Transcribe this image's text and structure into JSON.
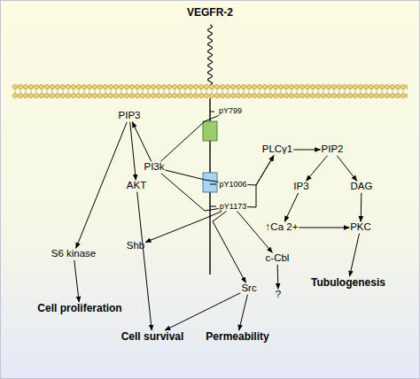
{
  "diagram": {
    "title": "VEGFR-2",
    "nodes": [
      {
        "text": [
          "PIP3"
        ]
      },
      {
        "text": [
          "pY799"
        ]
      },
      {
        "text": [
          "PI3k"
        ]
      },
      {
        "text": [
          "PLCγ1"
        ]
      },
      {
        "text": [
          "PIP2"
        ]
      },
      {
        "text": [
          "AKT"
        ]
      },
      {
        "text": [
          "pY1006"
        ]
      },
      {
        "text": [
          "IP3"
        ]
      },
      {
        "text": [
          "DAG"
        ]
      },
      {
        "text": [
          "pY1173"
        ]
      },
      {
        "text": [
          "↑Ca 2+"
        ]
      },
      {
        "text": [
          "PKC"
        ]
      },
      {
        "text": [
          "Shb"
        ]
      },
      {
        "text": [
          "S6 kinase"
        ]
      },
      {
        "text": [
          "c-Cbl"
        ]
      },
      {
        "text": [
          "Tubulogenesis"
        ]
      },
      {
        "text": [
          "Src"
        ]
      },
      {
        "text": [
          "?"
        ]
      },
      {
        "text": [
          "Cell proliferation"
        ]
      },
      {
        "text": [
          "Cell survival"
        ]
      },
      {
        "text": [
          "Permeability"
        ]
      }
    ],
    "edges": [
      {
        "from": 2,
        "to": 0,
        "arrow": "to"
      },
      {
        "from": 1,
        "to": 2,
        "arrow": "none"
      },
      {
        "from": 6,
        "to": 2,
        "arrow": "none"
      },
      {
        "from": 9,
        "to": 2,
        "arrow": "none"
      },
      {
        "from": 0,
        "to": 13,
        "arrow": "to"
      },
      {
        "from": 0,
        "to": 5,
        "arrow": "to"
      },
      {
        "from": 13,
        "to": 18,
        "arrow": "to"
      },
      {
        "from": 5,
        "to": 19,
        "arrow": "to"
      },
      {
        "from": 6,
        "to": 3,
        "arrow": "to"
      },
      {
        "from": 9,
        "to": 3,
        "arrow": "to"
      },
      {
        "from": 3,
        "to": 4,
        "arrow": "to"
      },
      {
        "from": 4,
        "to": 7,
        "arrow": "to"
      },
      {
        "from": 4,
        "to": 8,
        "arrow": "to"
      },
      {
        "from": 7,
        "to": 10,
        "arrow": "to"
      },
      {
        "from": 10,
        "to": 11,
        "arrow": "to"
      },
      {
        "from": 8,
        "to": 11,
        "arrow": "to"
      },
      {
        "from": 11,
        "to": 15,
        "arrow": "to"
      },
      {
        "from": 9,
        "to": 12,
        "arrow": "to"
      },
      {
        "from": 9,
        "to": 16,
        "arrow": "to"
      },
      {
        "from": 9,
        "to": 14,
        "arrow": "to"
      },
      {
        "from": 14,
        "to": 17,
        "arrow": "to"
      },
      {
        "from": 16,
        "to": 19,
        "arrow": "to"
      },
      {
        "from": 16,
        "to": 20,
        "arrow": "to"
      }
    ]
  }
}
